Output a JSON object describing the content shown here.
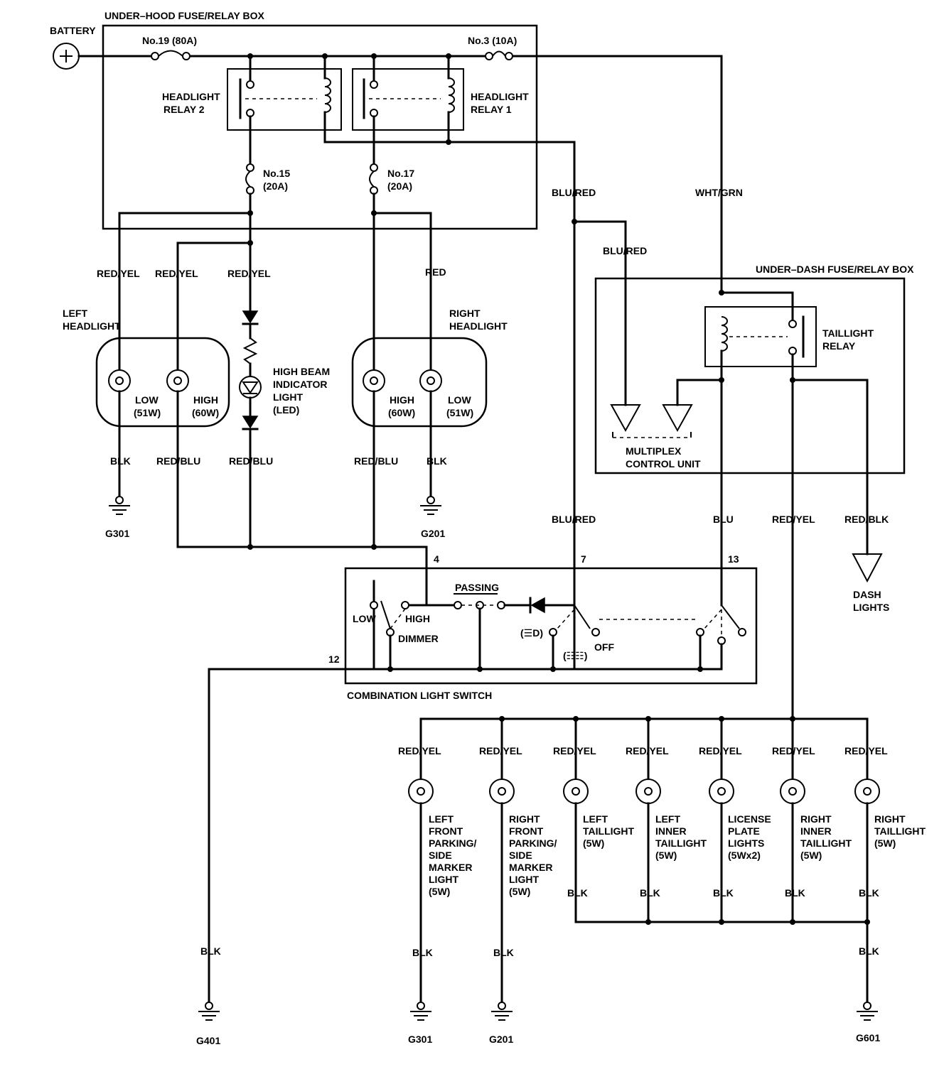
{
  "boxes": {
    "underhood": "UNDER–HOOD FUSE/RELAY BOX",
    "underdash": "UNDER–DASH FUSE/RELAY BOX",
    "switch": "COMBINATION LIGHT SWITCH"
  },
  "battery": "BATTERY",
  "fuses": {
    "f19": "No.19 (80A)",
    "f3": "No.3 (10A)",
    "f15": "No.15",
    "f15a": "(20A)",
    "f17": "No.17",
    "f17a": "(20A)"
  },
  "relays": {
    "hl2a": "HEADLIGHT",
    "hl2b": "RELAY 2",
    "hl1a": "HEADLIGHT",
    "hl1b": "RELAY 1",
    "tla": "TAILLIGHT",
    "tlb": "RELAY"
  },
  "wires": {
    "redyel": "RED/YEL",
    "red": "RED",
    "blk": "BLK",
    "redblu": "RED/BLU",
    "blured": "BLU/RED",
    "whtgrn": "WHT/GRN",
    "blu": "BLU",
    "redblk": "RED/BLK"
  },
  "left_headlight": {
    "a": "LEFT",
    "b": "HEADLIGHT",
    "low": "LOW",
    "low_w": "(51W)",
    "high": "HIGH",
    "high_w": "(60W)"
  },
  "right_headlight": {
    "a": "RIGHT",
    "b": "HEADLIGHT",
    "high": "HIGH",
    "high_w": "(60W)",
    "low": "LOW",
    "low_w": "(51W)"
  },
  "indicator": [
    "HIGH BEAM",
    "INDICATOR",
    "LIGHT",
    "(LED)"
  ],
  "mcu": [
    "MULTIPLEX",
    "CONTROL UNIT"
  ],
  "dash_lights": [
    "DASH",
    "LIGHTS"
  ],
  "grounds": {
    "g301": "G301",
    "g201": "G201",
    "g401": "G401",
    "g601": "G601"
  },
  "switch": {
    "pin4": "4",
    "pin7": "7",
    "pin13": "13",
    "pin12": "12",
    "low": "LOW",
    "high": "HIGH",
    "dimmer": "DIMMER",
    "passing": "PASSING",
    "off": "OFF"
  },
  "lamps": [
    {
      "lines": [
        "LEFT",
        "FRONT",
        "PARKING/",
        "SIDE",
        "MARKER",
        "LIGHT",
        "(5W)"
      ]
    },
    {
      "lines": [
        "RIGHT",
        "FRONT",
        "PARKING/",
        "SIDE",
        "MARKER",
        "LIGHT",
        "(5W)"
      ]
    },
    {
      "lines": [
        "LEFT",
        "TAILLIGHT",
        "(5W)"
      ]
    },
    {
      "lines": [
        "LEFT",
        "INNER",
        "TAILLIGHT",
        "(5W)"
      ]
    },
    {
      "lines": [
        "LICENSE",
        "PLATE",
        "LIGHTS",
        "(5Wx2)"
      ]
    },
    {
      "lines": [
        "RIGHT",
        "INNER",
        "TAILLIGHT",
        "(5W)"
      ]
    },
    {
      "lines": [
        "RIGHT",
        "TAILLIGHT",
        "(5W)"
      ]
    }
  ]
}
